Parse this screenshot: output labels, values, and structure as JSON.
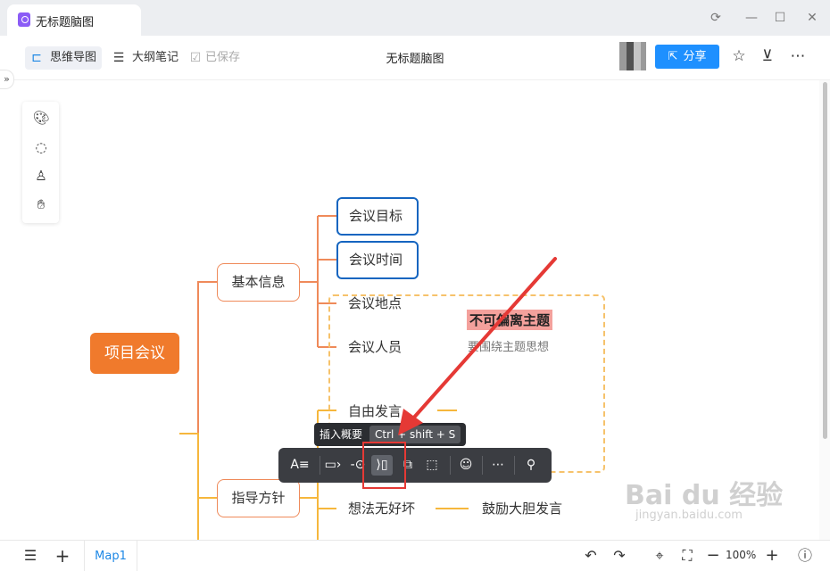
{
  "titlebar": {
    "tab_title": "无标题脑图",
    "icons": [
      "sync-icon",
      "minimize-icon",
      "maximize-icon",
      "close-icon"
    ]
  },
  "toolbar": {
    "mindmap_label": "思维导图",
    "outline_label": "大纲笔记",
    "saved_label": "已保存",
    "doc_title": "无标题脑图",
    "share_label": "分享",
    "icons": [
      "star-icon",
      "tag-icon",
      "more-icon"
    ]
  },
  "side_tools": [
    "palette-icon",
    "comment-icon",
    "user-icon",
    "hand-icon"
  ],
  "mindmap": {
    "root": "项目会议",
    "branches": [
      {
        "label": "基本信息",
        "children": [
          "会议目标",
          "会议时间",
          "会议地点",
          "会议人员"
        ]
      },
      {
        "label": "指导方针",
        "children": [
          "自由发言",
          "想法无好坏"
        ],
        "child_notes": [
          "鼓励大胆发言"
        ]
      }
    ],
    "summary_title": "不可偏离主题",
    "summary_note": "要围绕主题思想"
  },
  "node_toolbar": {
    "tooltip_label": "插入概要",
    "tooltip_shortcut": "Ctrl + shift + S"
  },
  "bottombar": {
    "map_tab": "Map1",
    "zoom": "100%"
  },
  "watermark": {
    "main": "Bai du 经验",
    "sub": "jingyan.baidu.com"
  },
  "colors": {
    "root": "#f07a2c",
    "branch_line": "#ef8a5a",
    "selected_border": "#1565c0",
    "share_button": "#1e90ff",
    "annotation": "#e53935"
  }
}
